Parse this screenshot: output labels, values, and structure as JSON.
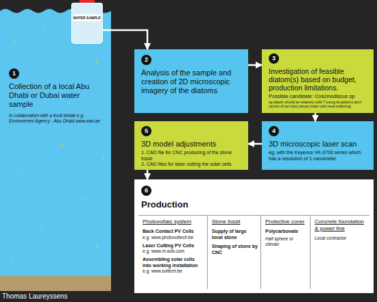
{
  "diagram": {
    "nodes": [
      {
        "text": [
          "1",
          "Collection of a local Abu Dhabi or Dubai water sample",
          "In collaboration with a local biolab e.g. Environment Agency - Abu Dhabi www.ead.ae"
        ]
      },
      {
        "text": [
          "WATER SAMPLE"
        ]
      },
      {
        "text": [
          "2",
          "Analysis of the sample and creation of 2D microscopic imagery of the diatoms"
        ]
      },
      {
        "text": [
          "3",
          "Investigation of feasible diatom(s) based on budget, production limitations.",
          "Possible candidate: Coscinodiscus sp",
          "eg diatom should be relatively solid ? young as patterns don't consist of too many pieces (solar cells need soldering)"
        ]
      },
      {
        "text": [
          "4",
          "3D microscopic laser scan",
          "eg. with the Keyence VK-9700 series which has a resolution of 1 nanometer"
        ]
      },
      {
        "text": [
          "5",
          "3D model adjustments",
          "1. CAD file for CNC producing of the stone fossil",
          "2. CAD files for laser cutting the solar cells"
        ]
      },
      {
        "text": [
          "6",
          "Production"
        ]
      },
      {
        "text": [
          "Photovoltaic system",
          "Back Contact PV Cells",
          "e.g. www.photovoltech.be",
          "Laser Cutting PV Cells",
          "e.g. www.m-solv.com",
          "Assembling solar cells into working installation",
          "e.g. www.soltech.be"
        ],
        "in": 6
      },
      {
        "text": [
          "Stone fossil",
          "Supply of large local stone",
          "Shaping of stone by CNC"
        ],
        "in": 6
      },
      {
        "text": [
          "Protective cover",
          "Polycarbonate",
          "Half sphere or cilinder"
        ],
        "in": 6
      },
      {
        "text": [
          "Concrete foundation & power line",
          "Local contractor"
        ],
        "in": 6
      }
    ],
    "edges": [
      {
        "from": 1,
        "to": 2,
        "arrow": "to"
      },
      {
        "from": 2,
        "to": 3,
        "arrow": "to"
      },
      {
        "from": 3,
        "to": 4,
        "arrow": "to"
      },
      {
        "from": 4,
        "to": 5,
        "arrow": "to"
      },
      {
        "from": 5,
        "to": 6,
        "arrow": "to"
      }
    ],
    "labels": [
      "Thomas Laureyssens"
    ]
  }
}
